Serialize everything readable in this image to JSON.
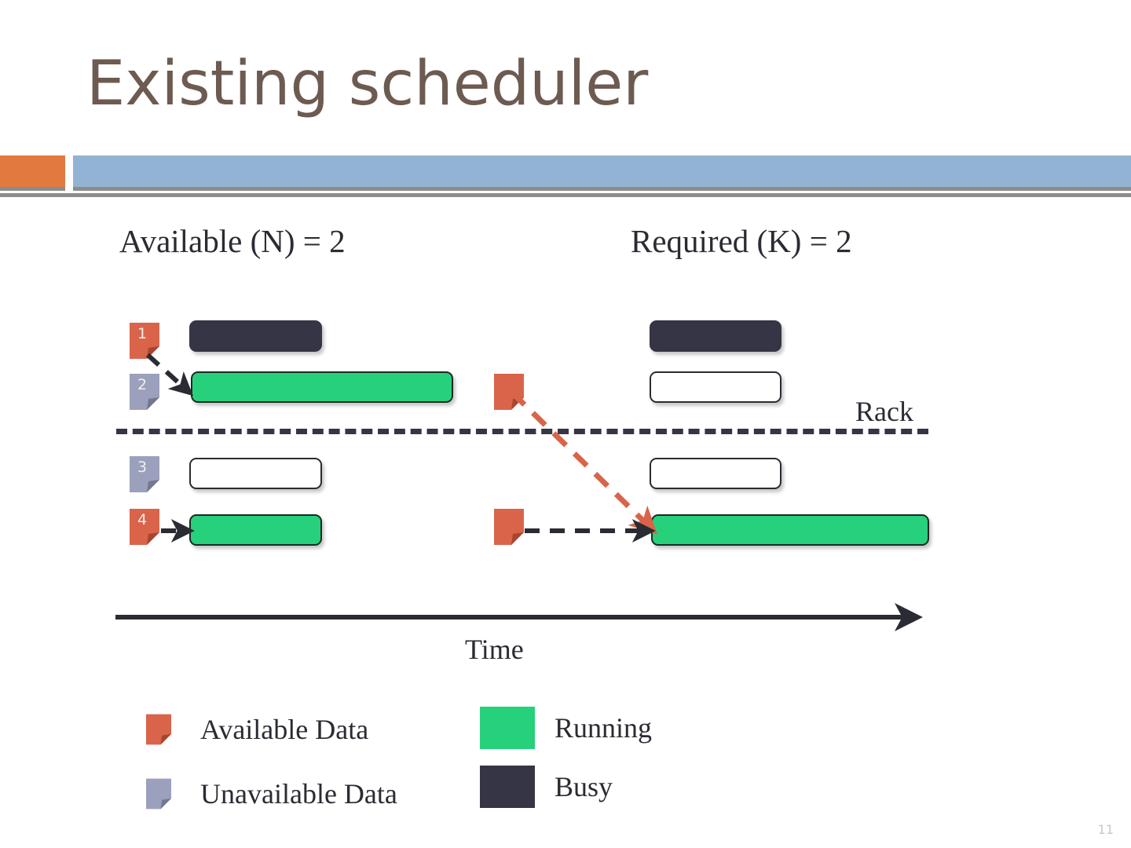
{
  "slide": {
    "title": "Existing scheduler",
    "page_number": "11",
    "title_color": "#6D5B51",
    "accent_orange": "#E2793F",
    "accent_blue": "#93B3D4"
  },
  "captions": {
    "available": "Available (N) = 2",
    "required": "Required (K) = 2"
  },
  "labels": {
    "rack": "Rack",
    "time": "Time"
  },
  "colors": {
    "available_data": "#D9644A",
    "unavailable_data": "#9BA0BC",
    "running": "#27D17C",
    "busy": "#353545",
    "idle": "#FFFFFF",
    "outline": "#2B2B33"
  },
  "nodes": [
    {
      "id": "1",
      "data_state": "available",
      "left_bar": "busy",
      "right_bar": "busy"
    },
    {
      "id": "2",
      "data_state": "unavailable",
      "left_bar": "running",
      "right_bar": "idle"
    },
    {
      "id": "3",
      "data_state": "unavailable",
      "left_bar": "idle",
      "right_bar": "idle"
    },
    {
      "id": "4",
      "data_state": "available",
      "left_bar": "running",
      "right_bar": "running"
    }
  ],
  "legend": {
    "available_data": "Available Data",
    "unavailable_data": "Unavailable Data",
    "running": "Running",
    "busy": "Busy"
  },
  "chart_data": {
    "type": "bar",
    "title": "Existing scheduler",
    "xlabel": "Time",
    "ylabel": "",
    "categories": [
      "1",
      "2",
      "3",
      "4"
    ],
    "series": [
      {
        "name": "Available (N) = 2",
        "values": [
          "busy",
          "running",
          "idle",
          "running"
        ]
      },
      {
        "name": "Required (K) = 2",
        "values": [
          "busy",
          "idle",
          "idle",
          "running"
        ]
      }
    ],
    "annotations": [
      "Rack",
      "Time"
    ],
    "legend": [
      "Available Data",
      "Unavailable Data",
      "Running",
      "Busy"
    ],
    "legend_position": "bottom",
    "grid": false
  }
}
